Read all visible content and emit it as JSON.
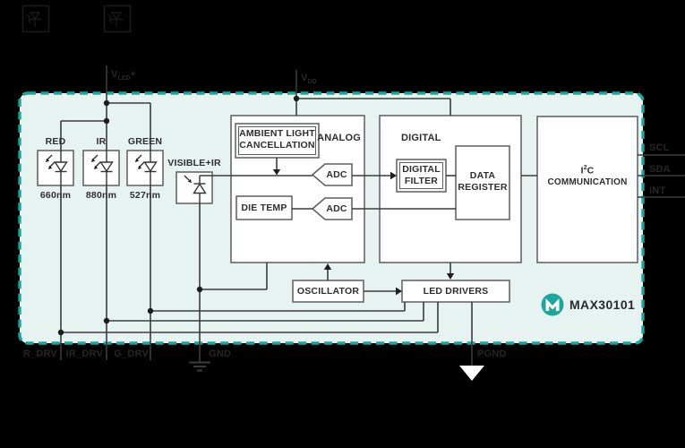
{
  "pins": {
    "vled": {
      "pre": "V",
      "sub": "LED",
      "post": "+"
    },
    "vdd": {
      "pre": "V",
      "sub": "DD",
      "post": ""
    },
    "right": [
      {
        "label": "SCL"
      },
      {
        "label": "SDA"
      },
      {
        "label": "INT"
      }
    ],
    "bottom": [
      {
        "label": "R_DRV"
      },
      {
        "label": "IR_DRV"
      },
      {
        "label": "G_DRV"
      },
      {
        "label": "GND"
      },
      {
        "label": "PGND"
      }
    ]
  },
  "emitters": [
    {
      "name": "RED",
      "wavelength": "660nm"
    },
    {
      "name": "IR",
      "wavelength": "880nm"
    },
    {
      "name": "GREEN",
      "wavelength": "527nm"
    }
  ],
  "photodiode": {
    "label": "VISIBLE+IR"
  },
  "blocks": {
    "analog_label": "ANALOG",
    "ambient_line1": "AMBIENT LIGHT",
    "ambient_line2": "CANCELLATION",
    "die_temp": "DIE TEMP",
    "adc1": "ADC",
    "adc2": "ADC",
    "digital_label": "DIGITAL",
    "digital_filter_line1": "DIGITAL",
    "digital_filter_line2": "FILTER",
    "data_register_line1": "DATA",
    "data_register_line2": "REGISTER",
    "i2c": {
      "pre": "I",
      "sup": "2",
      "post": "C",
      "line2": "COMMUNICATION"
    },
    "oscillator": "OSCILLATOR",
    "led_drivers": "LED DRIVERS"
  },
  "branding": {
    "part_number": "MAX30101"
  },
  "colors": {
    "accent_teal": "#18a69e",
    "diagram_bg": "#e7f3f1",
    "canvas_bg": "#000000",
    "wire": "#3c3c3c",
    "box_border": "#5b5d5f"
  }
}
